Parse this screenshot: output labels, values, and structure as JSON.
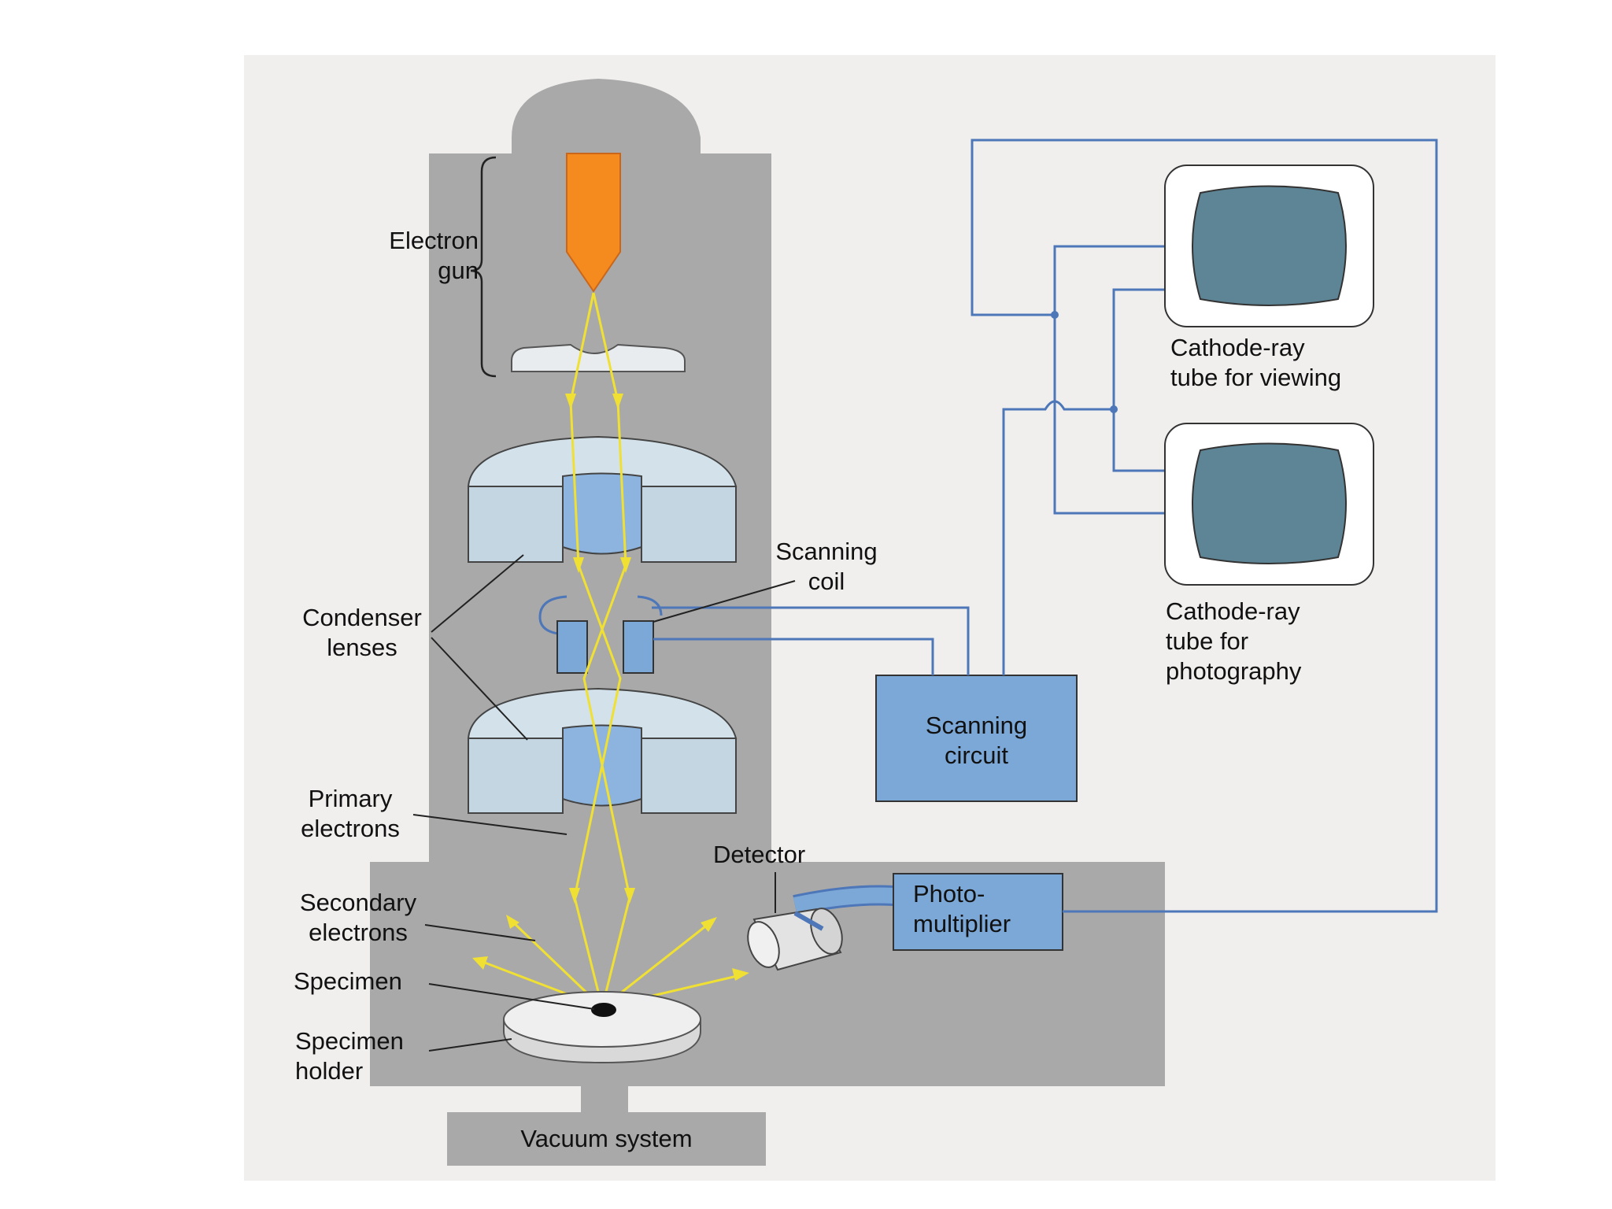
{
  "labels": {
    "electron_gun": [
      "Electron",
      "gun"
    ],
    "condenser_lenses": [
      "Condenser",
      "lenses"
    ],
    "scanning_coil": [
      "Scanning",
      "coil"
    ],
    "primary_electrons": [
      "Primary",
      "electrons"
    ],
    "secondary_electrons": [
      "Secondary",
      "electrons"
    ],
    "specimen": "Specimen",
    "specimen_holder": [
      "Specimen",
      "holder"
    ],
    "vacuum_system": "Vacuum system",
    "detector": "Detector",
    "photomultiplier": [
      "Photo-",
      "multiplier"
    ],
    "scanning_circuit": [
      "Scanning",
      "circuit"
    ],
    "crt_viewing": [
      "Cathode-ray",
      "tube for viewing"
    ],
    "crt_photography": [
      "Cathode-ray",
      "tube for",
      "photography"
    ]
  },
  "colors": {
    "column_gray": "#a9a9a9",
    "background_paper": "#f1efee",
    "lens_light_blue": "#d3e2ea",
    "lens_bore_blue": "#8cb4de",
    "box_blue": "#7ca8d8",
    "wire_blue": "#4d77b8",
    "beam_yellow": "#f0e033",
    "gun_orange": "#f58a1e",
    "screen_slate": "#5e8596"
  },
  "icons": {
    "electron_gun": "orange-cathode-icon",
    "detector": "cylinder-detector-icon",
    "crt": "crt-monitor-icon"
  }
}
